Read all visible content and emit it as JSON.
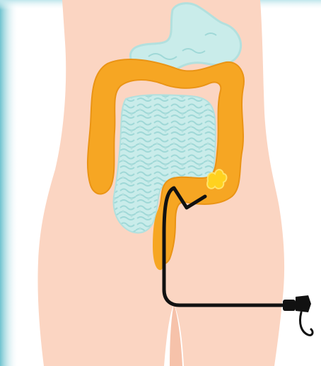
{
  "diagram": {
    "subject": "colonoscopy",
    "parts": [
      {
        "name": "torso",
        "icon": "torso-silhouette"
      },
      {
        "name": "stomach",
        "icon": "stomach-shape"
      },
      {
        "name": "small-intestine",
        "icon": "small-intestine-shape"
      },
      {
        "name": "large-intestine",
        "icon": "colon-shape"
      },
      {
        "name": "rectum",
        "icon": "rectum-shape"
      },
      {
        "name": "polyp",
        "icon": "polyp-highlight"
      },
      {
        "name": "colonoscope",
        "icon": "endoscope-tube"
      },
      {
        "name": "colonoscope-handle",
        "icon": "endoscope-handle"
      }
    ]
  },
  "colors": {
    "frame_gradient_start": "#6fc3cf",
    "frame_gradient_end": "#bfe6ec",
    "background": "#ffffff",
    "skin": "#fbd5c2",
    "skin_shadow": "#f6c2aa",
    "colon": "#f6a623",
    "colon_dark": "#ea9415",
    "intestine_light": "#c9ecea",
    "intestine_mid": "#9fd8d7",
    "polyp": "#ffd21f",
    "scope": "#111111"
  }
}
